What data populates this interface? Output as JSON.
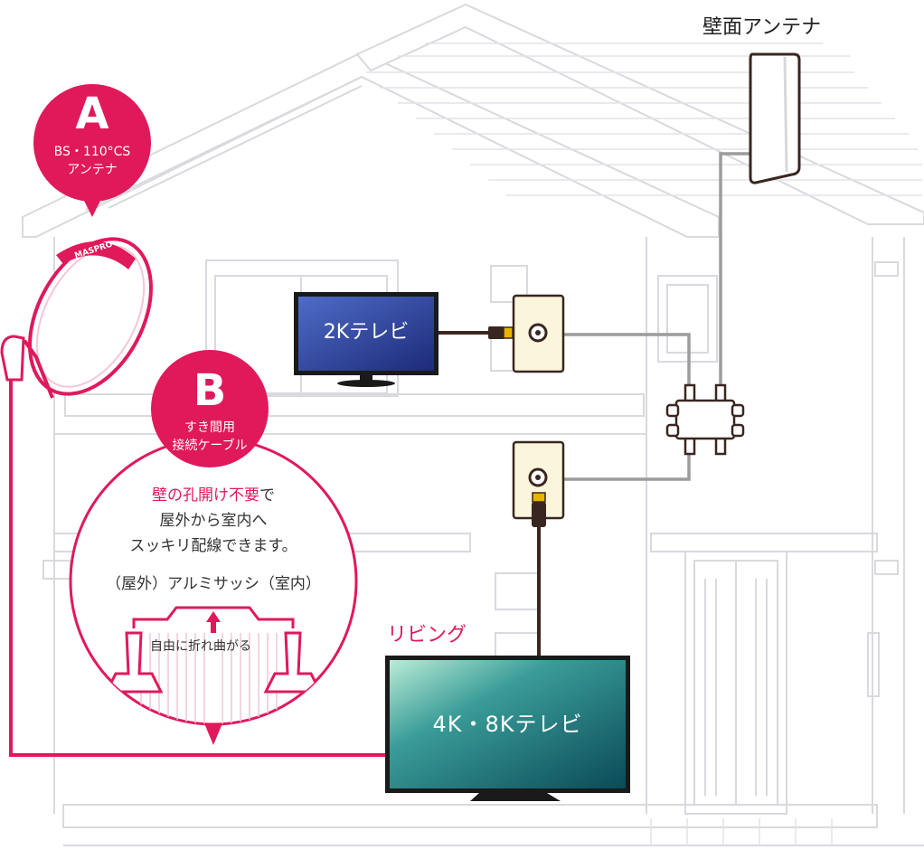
{
  "colors": {
    "accent": "#e0195a",
    "house_line": "#d8d8dc",
    "cable_gray": "#9a9a9a",
    "cable_dark": "#3a2620"
  },
  "wall_antenna": {
    "label": "壁面アンテナ"
  },
  "badge_a": {
    "letter": "A",
    "line1": "BS・110°CS",
    "line2": "アンテナ"
  },
  "dish": {
    "brand": "MASPRO"
  },
  "badge_b": {
    "letter": "B",
    "line1": "すき間用",
    "line2": "接続ケーブル"
  },
  "magnifier": {
    "line1_highlight": "壁の孔開け不要",
    "line1_rest": "で",
    "line2": "屋外から室内へ",
    "line3": "スッキリ配線できます。",
    "sash_label": "（屋外）アルミサッシ（室内）",
    "flex_label": "自由に折れ曲がる"
  },
  "tv_2k": {
    "label": "2Kテレビ"
  },
  "living": {
    "label": "リビング"
  },
  "tv_4k8k": {
    "label": "4K・8Kテレビ"
  }
}
